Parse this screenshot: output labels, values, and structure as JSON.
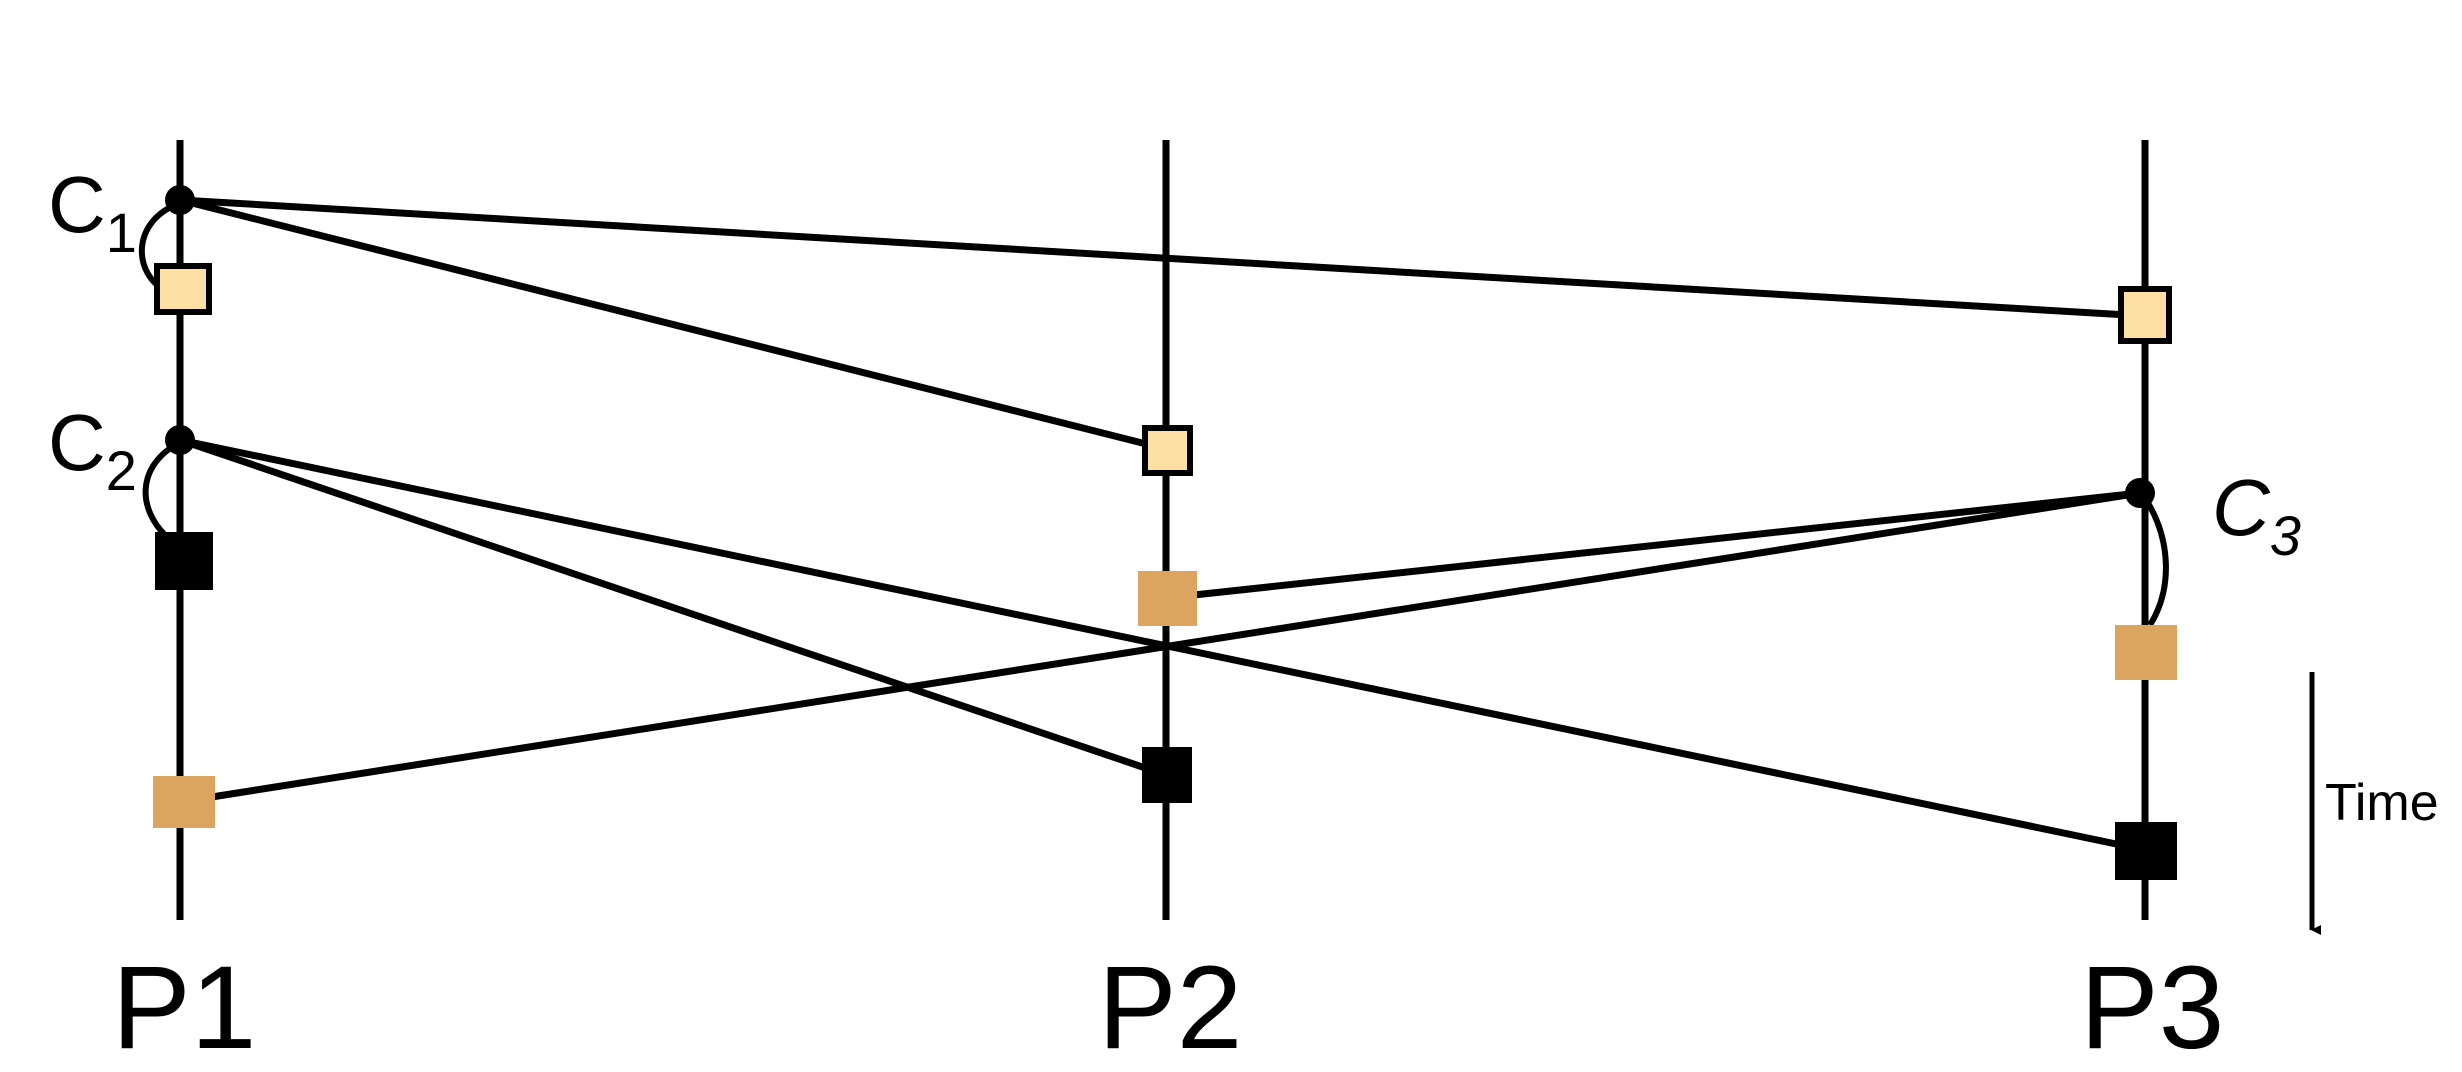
{
  "processes": [
    "P1",
    "P2",
    "P3"
  ],
  "checkpoints": [
    {
      "letter": "C",
      "sub": "1"
    },
    {
      "letter": "C",
      "sub": "2"
    },
    {
      "letter": "C",
      "sub": "3"
    }
  ],
  "time_label": "Time",
  "colors": {
    "line": "#000000",
    "light_marker": "#fddfa4",
    "tan_marker": "#dba55f",
    "black_marker": "#000000"
  }
}
